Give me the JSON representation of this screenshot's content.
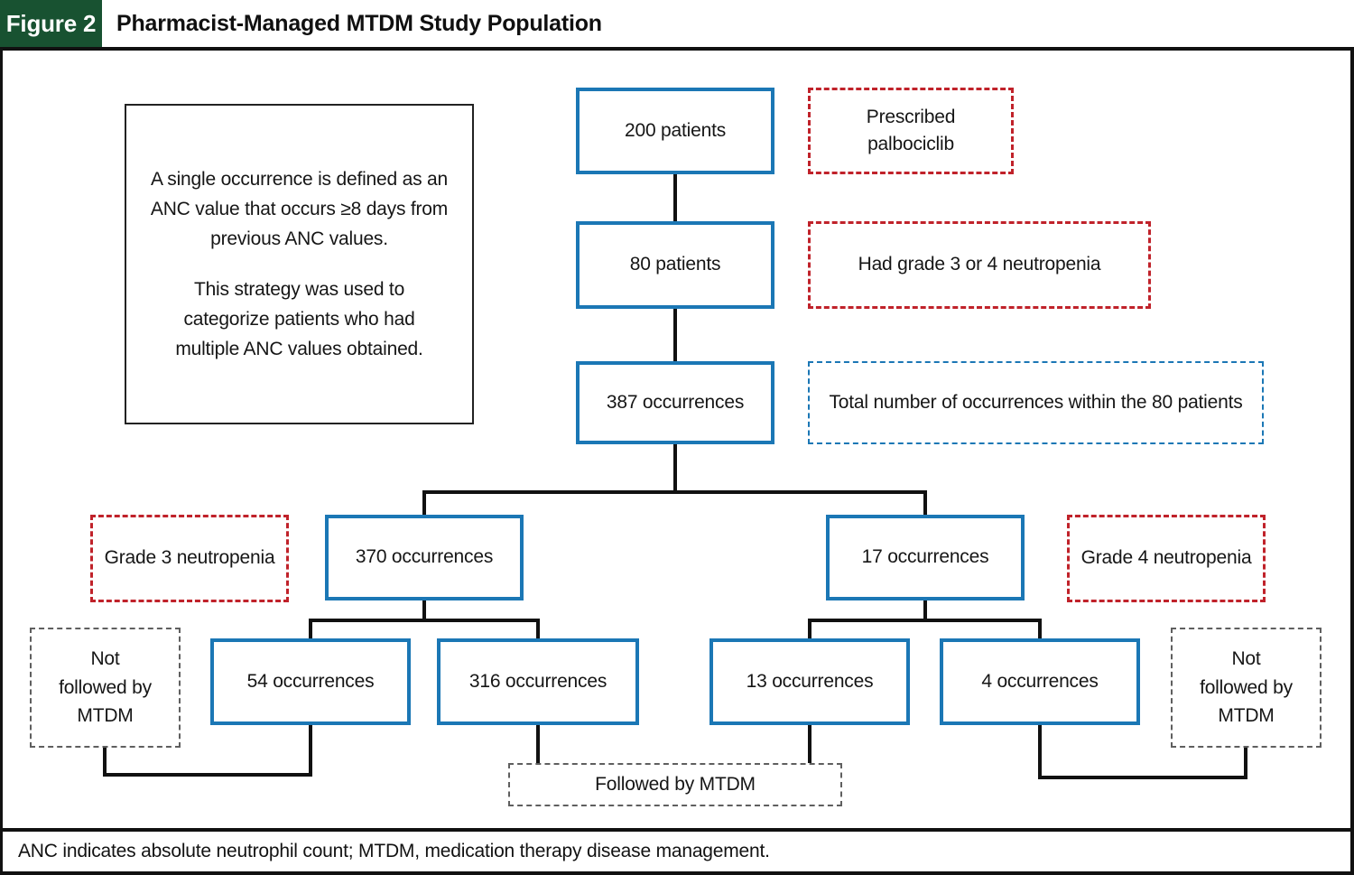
{
  "figure": {
    "label": "Figure 2",
    "title": "Pharmacist-Managed MTDM Study Population"
  },
  "note_box": {
    "para1": "A single occurrence is defined as an ANC value that occurs ≥8 days from previous ANC values.",
    "para2": "This strategy was used to categorize patients who had multiple ANC values obtained."
  },
  "nodes": {
    "patients_200": "200 patients",
    "patients_80": "80 patients",
    "occurrences_387": "387 occurrences",
    "occurrences_370": "370 occurrences",
    "occurrences_17": "17 occurrences",
    "occurrences_54": "54 occurrences",
    "occurrences_316": "316 occurrences",
    "occurrences_13": "13 occurrences",
    "occurrences_4": "4 occurrences"
  },
  "annotations": {
    "prescribed": "Prescribed palbociclib",
    "grade_3_or_4": "Had grade 3 or 4 neutropenia",
    "total_occurrences": "Total number of occurrences within the 80 patients",
    "grade_3": "Grade 3 neutropenia",
    "grade_4": "Grade 4 neutropenia",
    "not_followed_left": "Not followed by MTDM",
    "not_followed_right": "Not followed by MTDM",
    "followed": "Followed by MTDM"
  },
  "footnote": "ANC indicates absolute neutrophil count; MTDM, medication therapy disease management.",
  "colors": {
    "solid_node_border": "#1b77b5",
    "red_annotation_border": "#c0222a",
    "blue_annotation_border": "#1b77b5",
    "grey_annotation_border": "#5f5f5f",
    "header_green": "#185231",
    "line_black": "#111111"
  }
}
